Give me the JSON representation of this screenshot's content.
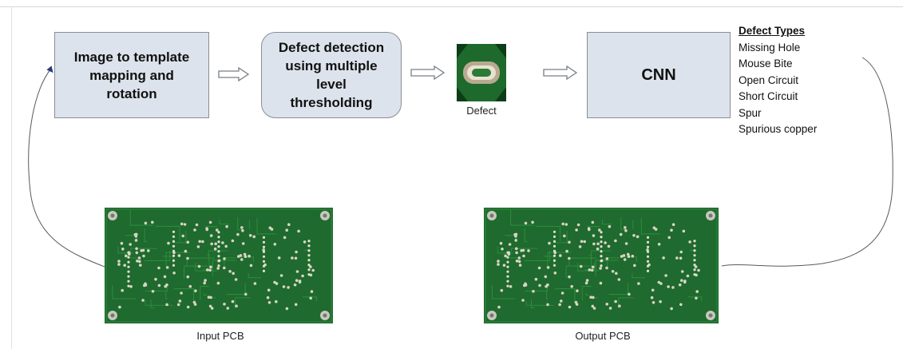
{
  "diagram": {
    "step1_lines": [
      "Image to template",
      "mapping and",
      "rotation"
    ],
    "step2_lines": [
      "Defect detection",
      "using multiple",
      "level",
      "thresholding"
    ],
    "defect_label": "Defect",
    "cnn_label": "CNN",
    "defect_types": {
      "title": "Defect Types",
      "items": [
        "Missing Hole",
        "Mouse Bite",
        "Open Circuit",
        "Short Circuit",
        "Spur",
        "Spurious copper"
      ]
    },
    "input_pcb_label": "Input PCB",
    "output_pcb_label": "Output PCB"
  },
  "colors": {
    "box_fill": "#dde3ec",
    "box_border": "#8a8e94",
    "pcb_green": "#1f6a2e",
    "pcb_dark": "#134a1f",
    "connector": "#555a60",
    "arrowhead": "#2a3a7a"
  }
}
